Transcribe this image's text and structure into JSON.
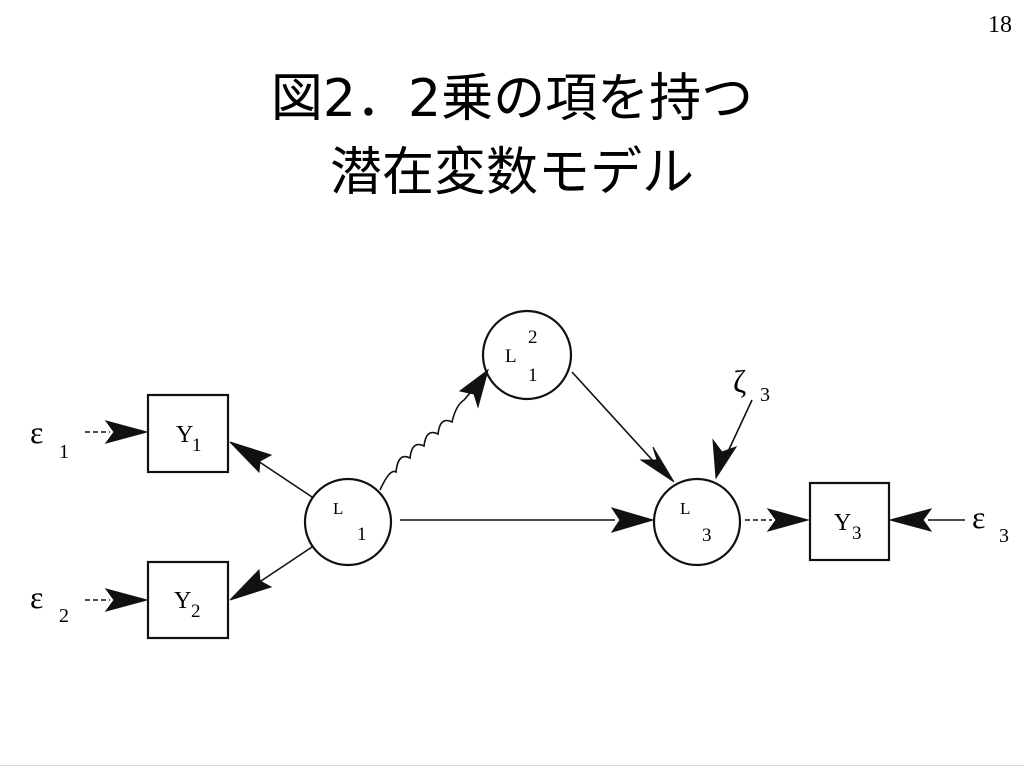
{
  "slide": {
    "page_number": "18",
    "title_line1": "図2．2乗の項を持つ",
    "title_line2": "潜在変数モデル"
  },
  "diagram": {
    "nodes": {
      "Y1": {
        "letter": "Y",
        "sub": "1"
      },
      "Y2": {
        "letter": "Y",
        "sub": "2"
      },
      "Y3": {
        "letter": "Y",
        "sub": "3"
      },
      "L1": {
        "letter": "L",
        "sub": "1"
      },
      "L1sq": {
        "letter": "L",
        "sub": "1",
        "sup": "2"
      },
      "L3": {
        "letter": "L",
        "sub": "3"
      }
    },
    "errors": {
      "e1": {
        "symbol": "ε",
        "sub": "1"
      },
      "e2": {
        "symbol": "ε",
        "sub": "2"
      },
      "e3": {
        "symbol": "ε",
        "sub": "3"
      },
      "z3": {
        "symbol": "ζ",
        "sub": "3"
      }
    }
  }
}
